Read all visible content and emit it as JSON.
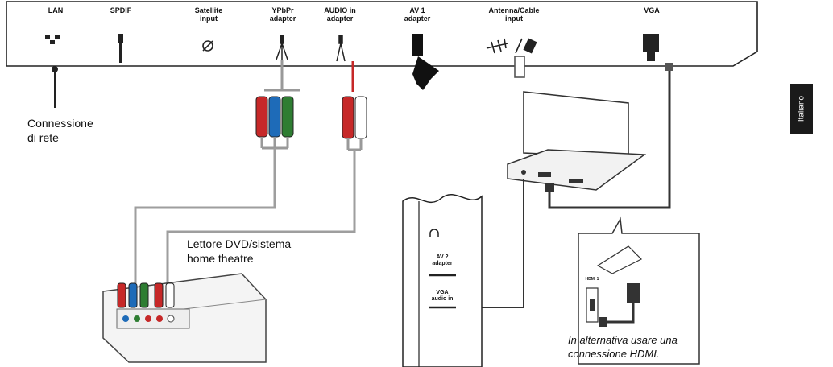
{
  "ports": {
    "lan": "LAN",
    "spdif": "SPDIF",
    "satellite_1": "Satellite",
    "satellite_2": "input",
    "ypbpr_1": "YPbPr",
    "ypbpr_2": "adapter",
    "audio_in_1": "AUDIO in",
    "audio_in_2": "adapter",
    "av1_1": "AV 1",
    "av1_2": "adapter",
    "antenna_1": "Antenna/Cable",
    "antenna_2": "input",
    "vga": "VGA"
  },
  "labels": {
    "network_1": "Connessione",
    "network_2": "di rete",
    "dvd_1": "Lettore DVD/sistema",
    "dvd_2": "home theatre"
  },
  "side_panel": {
    "av2_1": "AV 2",
    "av2_2": "adapter",
    "vga_audio_1": "VGA",
    "vga_audio_2": "audio in"
  },
  "callout": {
    "hdmi": "HDMI 1",
    "text_1": "In alternativa usare una",
    "text_2": "connessione HDMI."
  },
  "language_tab": "Italiano",
  "colors": {
    "green": "#2e7d32",
    "blue": "#1e6bb8",
    "red": "#c62828",
    "cable": "#9e9e9e",
    "dark_cable": "#333333"
  }
}
